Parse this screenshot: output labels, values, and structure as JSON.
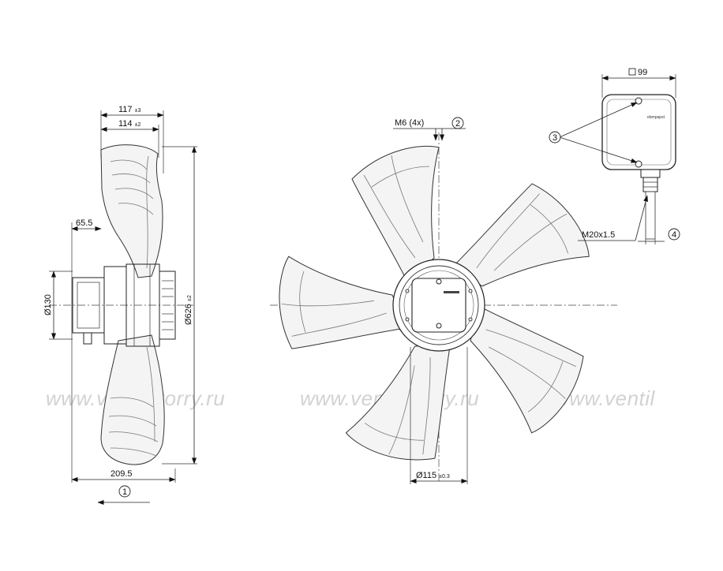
{
  "watermark": {
    "text_1": "www.ventilatorry.ru",
    "text_2": "www.ventilatorry.ru",
    "text_3": "www.ventil"
  },
  "side_view": {
    "dim_117": "117",
    "tol_117": "±3",
    "dim_114": "114",
    "tol_114": "±2",
    "dim_65_5": "65.5",
    "dim_d130": "Ø130",
    "dim_d626": "Ø626",
    "tol_d626": "±2",
    "dim_209_5": "209.5",
    "callout_1": "1"
  },
  "front_view": {
    "dim_m6": "M6 (4x)",
    "callout_2": "2",
    "dim_d115": "Ø115",
    "tol_d115": "±0.3"
  },
  "terminal_box": {
    "dim_99": "99",
    "callout_3": "3",
    "dim_m20": "M20x1.5",
    "callout_4": "4",
    "brand": "ebmpapst"
  }
}
